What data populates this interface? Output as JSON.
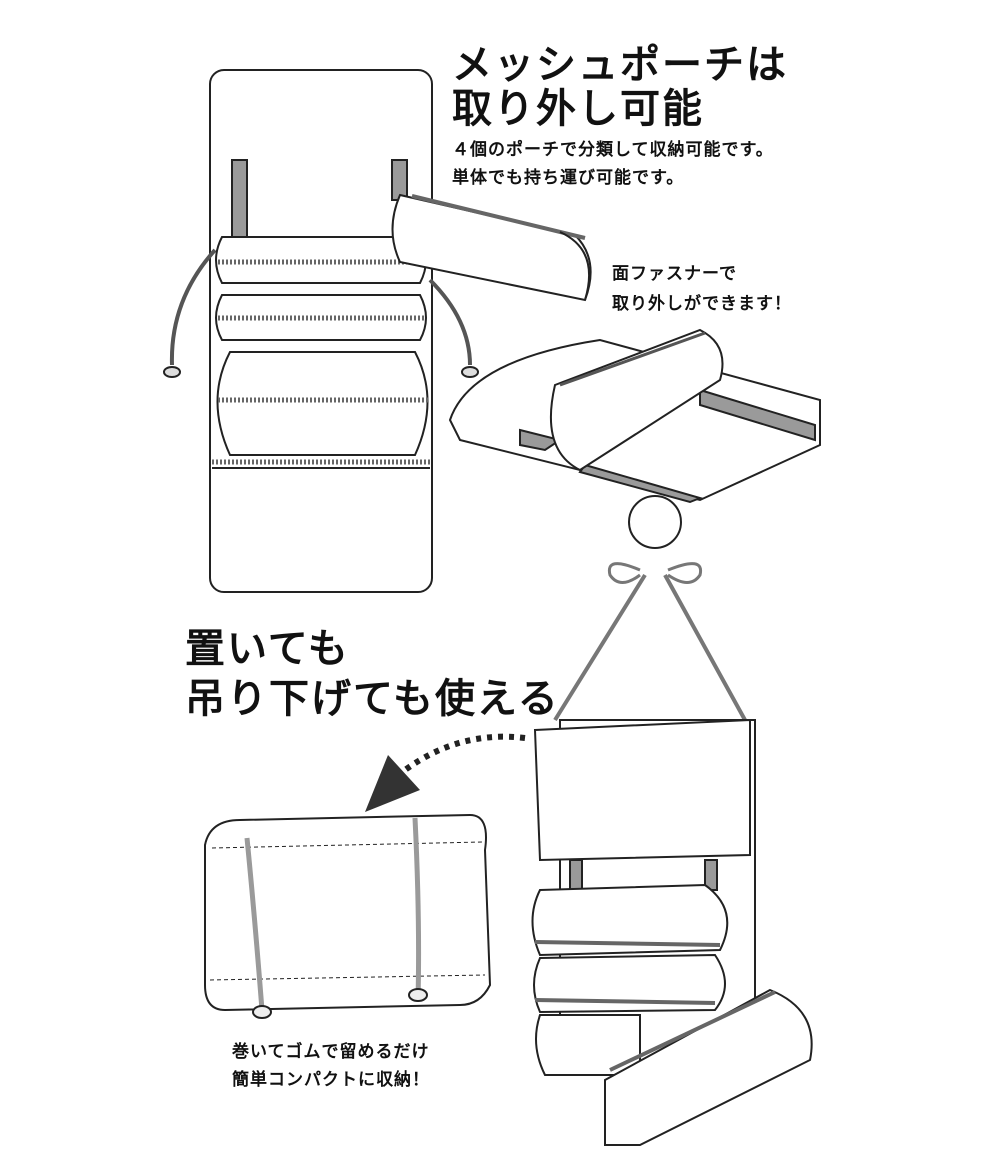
{
  "top_heading": {
    "line1": "メッシュポーチは",
    "line2": "取り外し可能"
  },
  "top_description": {
    "line1": "４個のポーチで分類して収納可能です。",
    "line2": "単体でも持ち運び可能です。"
  },
  "velcro_note": {
    "line1": "面ファスナーで",
    "line2": "取り外しができます！"
  },
  "middle_heading": {
    "line1": "置いても",
    "line2": "吊り下げても使える"
  },
  "roll_note": {
    "line1": "巻いてゴムで留めるだけ",
    "line2": "簡単コンパクトに収納！"
  },
  "colors": {
    "line": "#222222",
    "strap": "#9a9a9a",
    "zipper": "#666666"
  }
}
